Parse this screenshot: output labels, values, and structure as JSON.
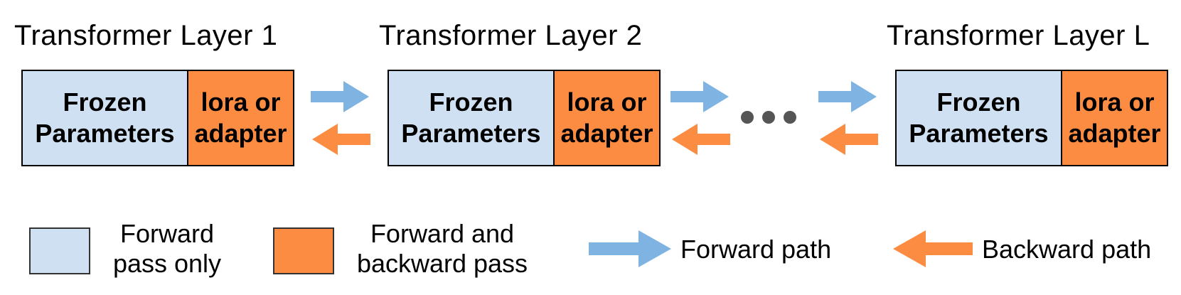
{
  "layers": [
    {
      "title": "Transformer Layer 1",
      "frozen_line1": "Frozen",
      "frozen_line2": "Parameters",
      "lora_line1": "lora or",
      "lora_line2": "adapter"
    },
    {
      "title": "Transformer Layer 2",
      "frozen_line1": "Frozen",
      "frozen_line2": "Parameters",
      "lora_line1": "lora or",
      "lora_line2": "adapter"
    },
    {
      "title": "Transformer Layer L",
      "frozen_line1": "Frozen",
      "frozen_line2": "Parameters",
      "lora_line1": "lora or",
      "lora_line2": "adapter"
    }
  ],
  "legend": {
    "frozen_line1": "Forward",
    "frozen_line2": "pass only",
    "trainable_line1": "Forward and",
    "trainable_line2": "backward pass",
    "forward_path": "Forward path",
    "backward_path": "Backward path"
  },
  "colors": {
    "frozen_fill": "#cfe0f2",
    "trainable_fill": "#fb8c41",
    "forward_arrow": "#7fb3e2",
    "backward_arrow": "#fb8c41",
    "dots": "#555555"
  },
  "icons": {
    "forward": "arrow-right-icon",
    "backward": "arrow-left-icon",
    "ellipsis": "ellipsis-icon"
  }
}
